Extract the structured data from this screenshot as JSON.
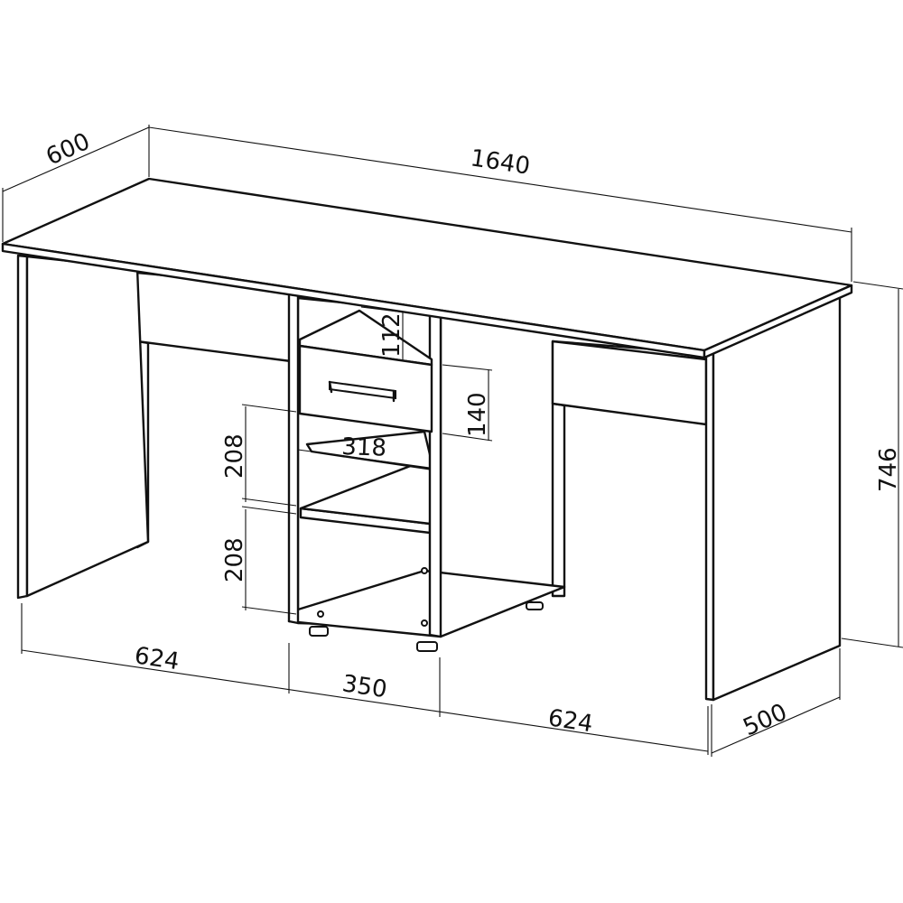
{
  "dimensions": {
    "top_width": "1640",
    "top_depth": "600",
    "height": "746",
    "leg_depth": "500",
    "left_span": "624",
    "middle_span": "350",
    "right_span": "624",
    "niche_height": "112",
    "drawer_height": "140",
    "inner_width": "318",
    "shelf_upper": "208",
    "shelf_lower": "208"
  }
}
